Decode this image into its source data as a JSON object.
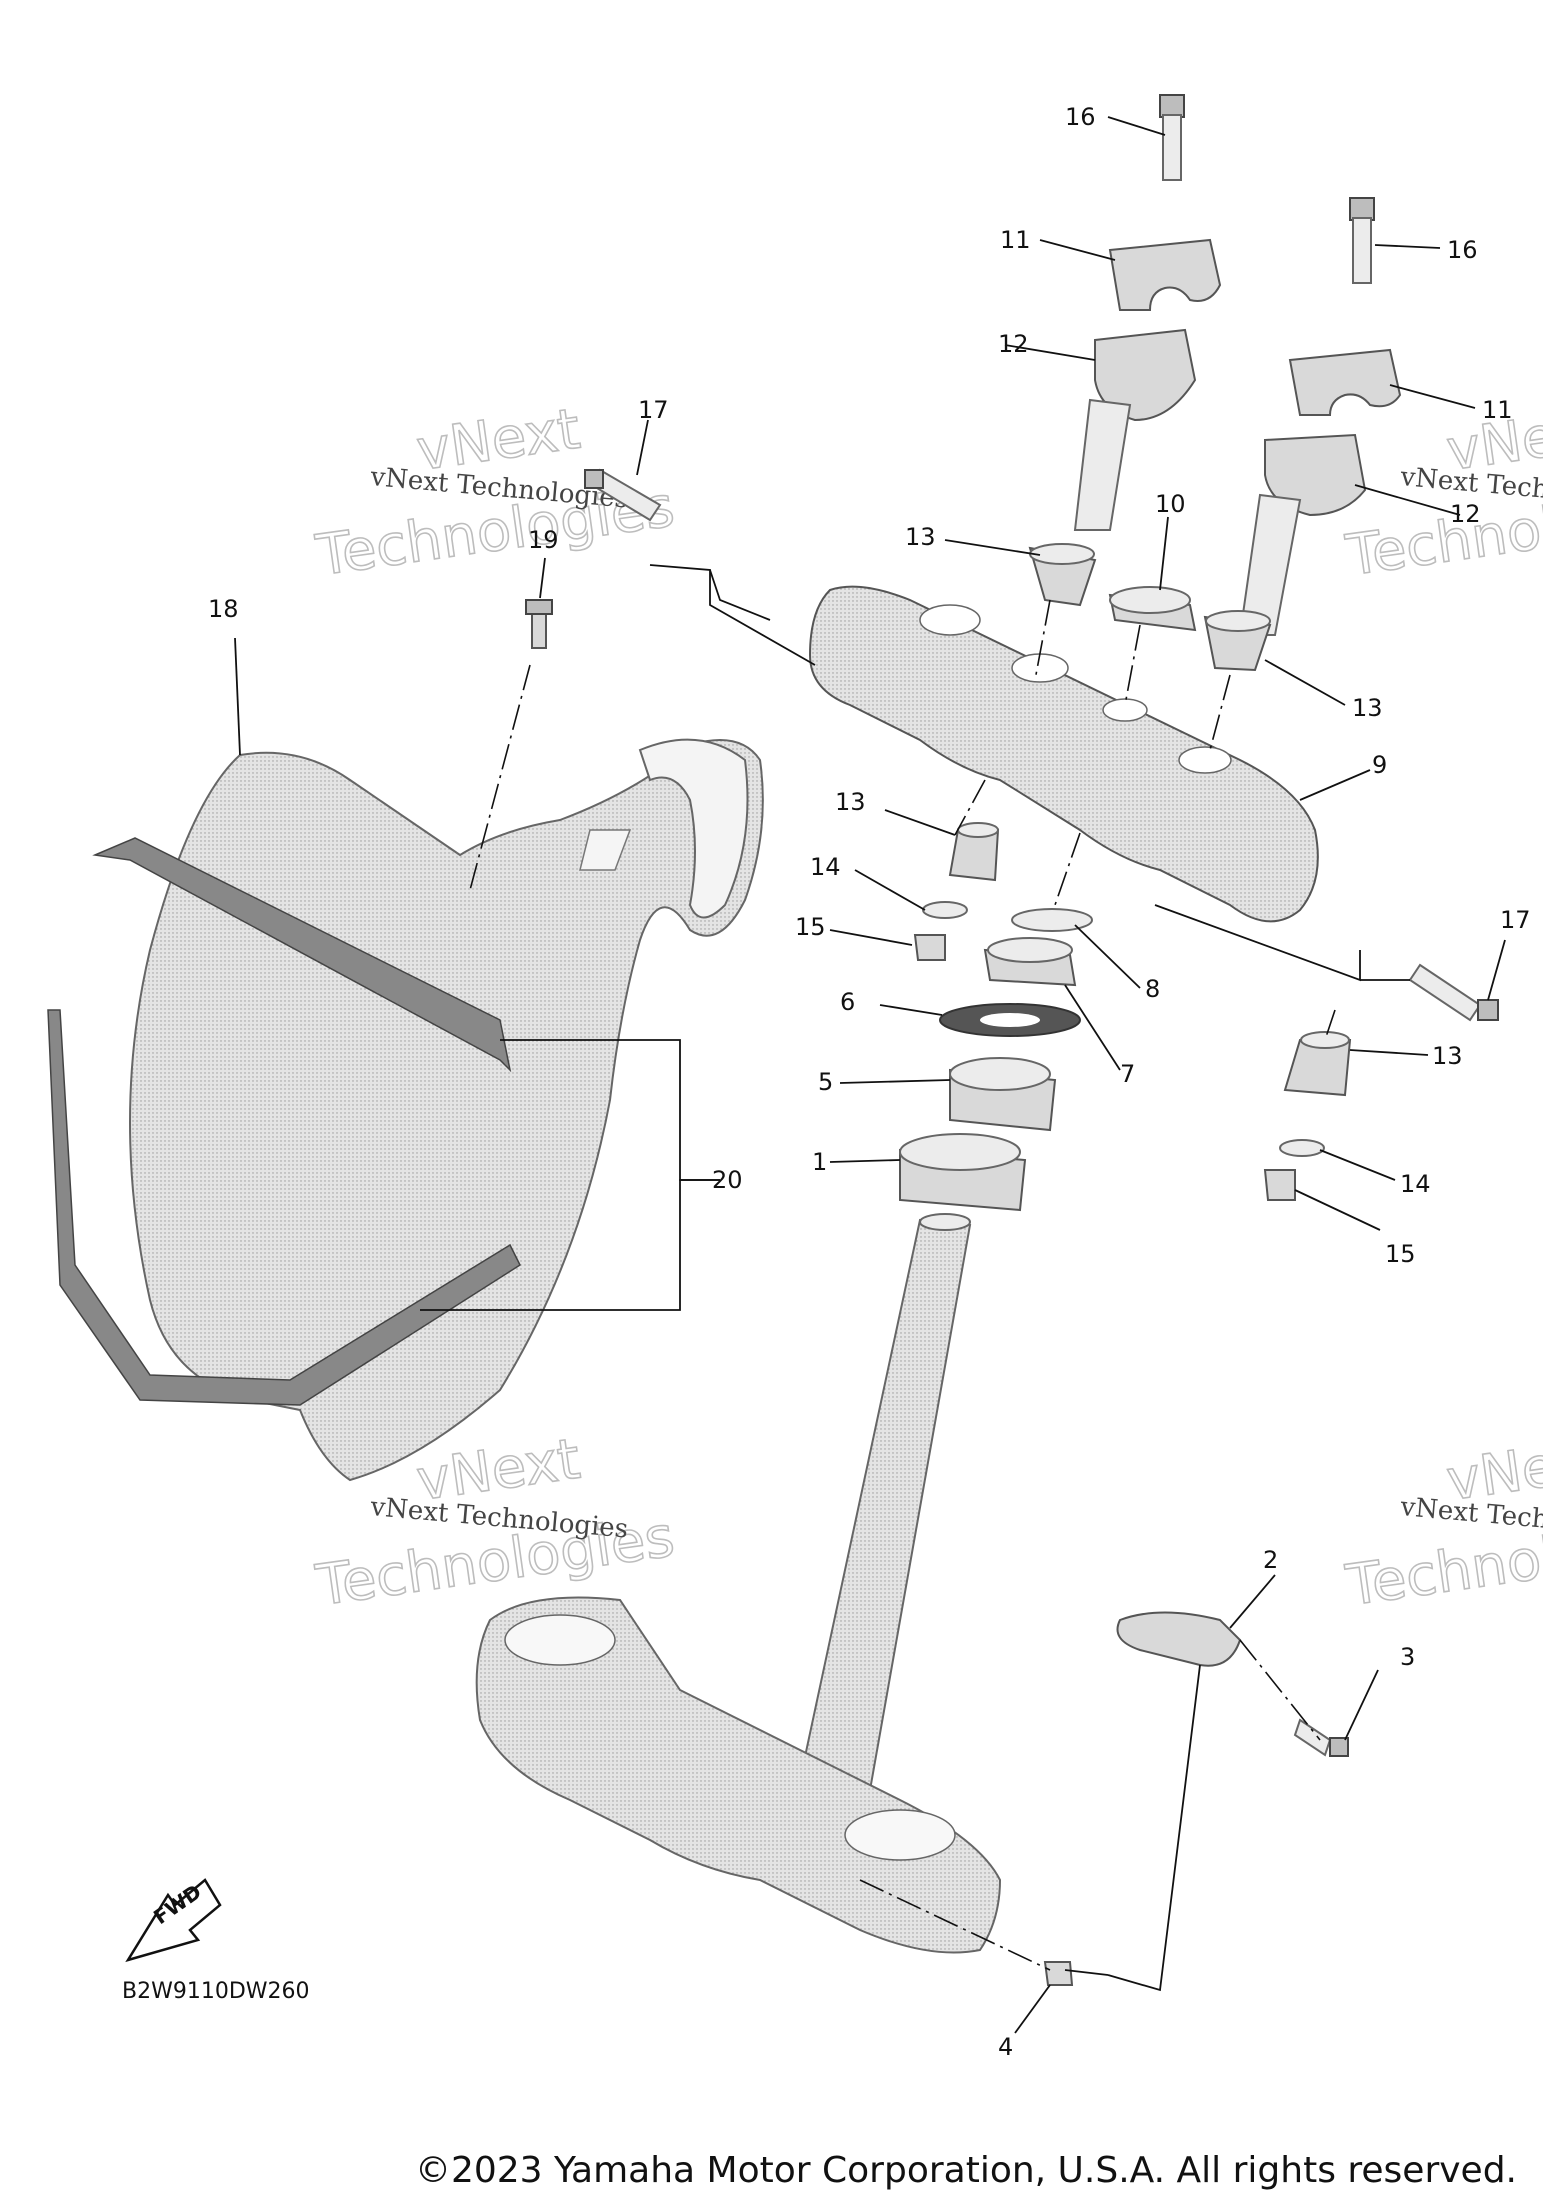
{
  "diagram": {
    "code": "B2W9110DW260",
    "fwd_label": "FWD",
    "callouts": [
      "1",
      "2",
      "3",
      "4",
      "5",
      "6",
      "7",
      "8",
      "9",
      "10",
      "11",
      "11",
      "12",
      "12",
      "13",
      "13",
      "13",
      "13",
      "14",
      "14",
      "15",
      "15",
      "16",
      "16",
      "17",
      "17",
      "18",
      "19",
      "20"
    ]
  },
  "watermark": {
    "line1": "vNext",
    "line2": "Technologies",
    "small": "vNext Technologies"
  },
  "footer": {
    "copyright": "©2023 Yamaha Motor Corporation, U.S.A. All rights reserved."
  }
}
